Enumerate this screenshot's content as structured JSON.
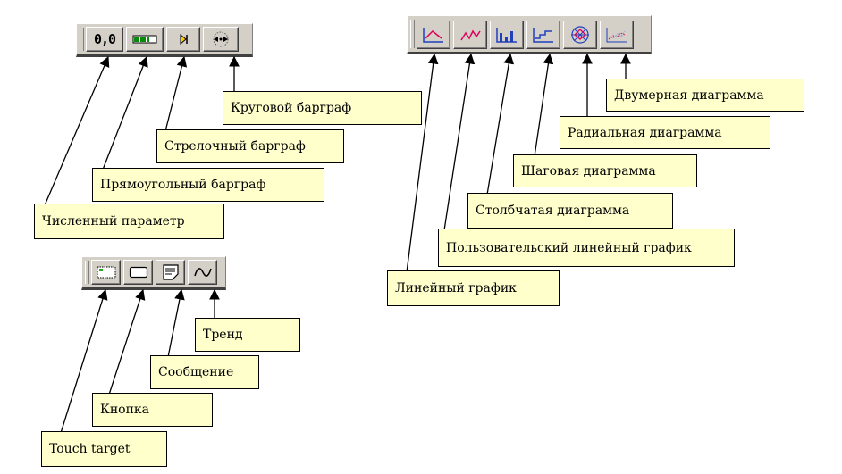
{
  "toolbars": {
    "indicators": {
      "buttons": [
        {
          "name": "numeric-parameter",
          "glyph": "0,0"
        },
        {
          "name": "rectangular-bargraph",
          "glyph": "bar"
        },
        {
          "name": "arrow-bargraph",
          "glyph": "arrow"
        },
        {
          "name": "circular-bargraph",
          "glyph": "circle"
        }
      ],
      "labels": {
        "circular": "Круговой барграф",
        "arrow": "Стрелочный барграф",
        "rect": "Прямоугольный барграф",
        "numeric": "Численный параметр"
      }
    },
    "charts": {
      "labels": {
        "two_dim": "Двумерная диаграмма",
        "radial": "Радиальная диаграмма",
        "step": "Шаговая диаграмма",
        "bar": "Столбчатая диаграмма",
        "custom_line": "Пользовательский линейный график",
        "line": "Линейный график"
      }
    },
    "controls": {
      "labels": {
        "trend": "Тренд",
        "message": "Сообщение",
        "button": "Кнопка",
        "touch": "Touch target"
      }
    }
  },
  "colors": {
    "toolbar_face": "#d4d0c8",
    "label_fill": "#ffffcc",
    "chart_icon_blue": "#1f3fbf",
    "chart_icon_red": "#e0005a",
    "touch_icon_green": "#22aa22"
  }
}
